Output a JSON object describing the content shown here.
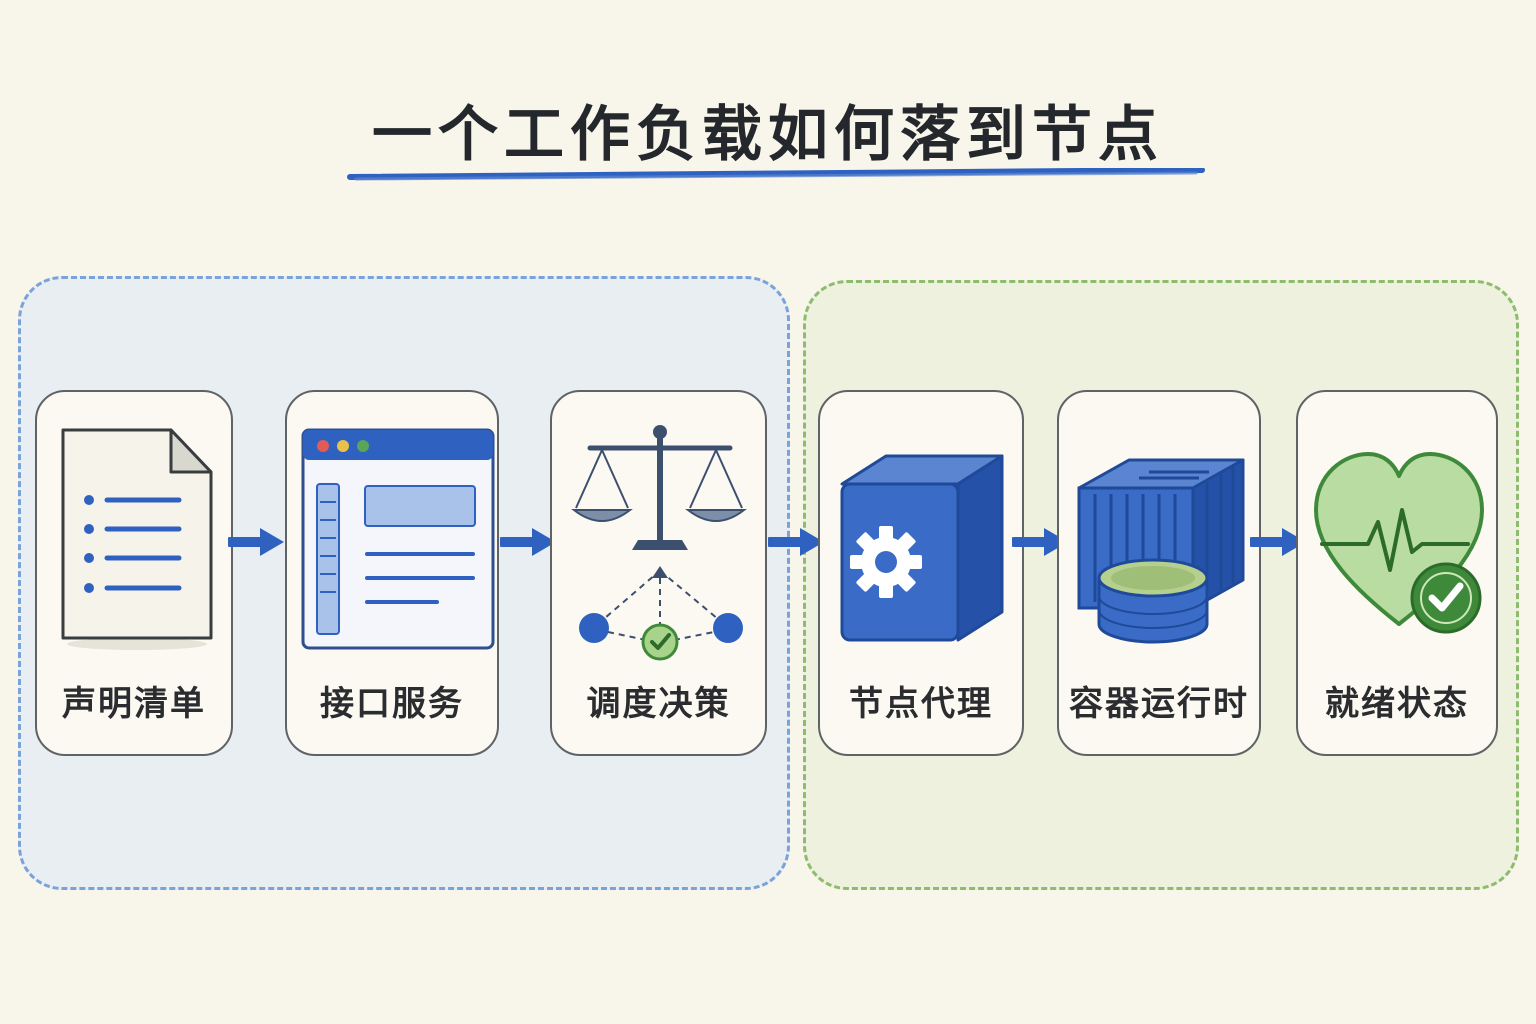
{
  "title": "一个工作负载如何落到节点",
  "colors": {
    "accent_blue": "#2f62c0",
    "accent_green": "#3f8a3a",
    "group_blue_bg": "#e9eef3",
    "group_green_bg": "#eef1dd",
    "card_bg": "#fbf9f1"
  },
  "steps": [
    {
      "label": "声明清单",
      "icon": "manifest-document-icon"
    },
    {
      "label": "接口服务",
      "icon": "api-server-window-icon"
    },
    {
      "label": "调度决策",
      "icon": "scheduler-scale-icon"
    },
    {
      "label": "节点代理",
      "icon": "node-agent-gear-cube-icon"
    },
    {
      "label": "容器运行时",
      "icon": "container-runtime-icon"
    },
    {
      "label": "就绪状态",
      "icon": "ready-heart-check-icon"
    }
  ]
}
